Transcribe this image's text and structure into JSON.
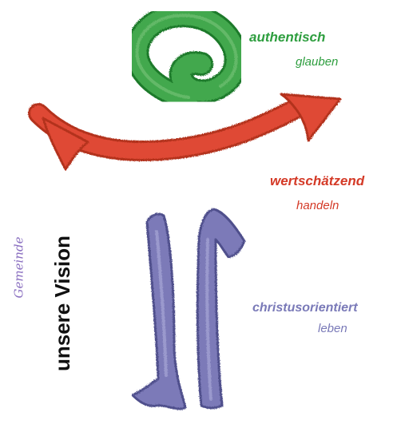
{
  "statements": {
    "green": {
      "title": "authentisch",
      "subtitle": "glauben",
      "color": "#2e9e3f"
    },
    "red": {
      "title": "wertschätzend",
      "subtitle": "handeln",
      "color": "#d43a27"
    },
    "purple": {
      "title": "christusorientiert",
      "subtitle": "leben",
      "color": "#7a7ab8"
    }
  },
  "vision_label": {
    "main": "unsere Vision",
    "script": "Gemeinde"
  },
  "shapes": [
    {
      "name": "green-spiral",
      "color": "#2f9a3b"
    },
    {
      "name": "red-curved-arrow",
      "color": "#d8402d"
    },
    {
      "name": "purple-down-arrow",
      "color": "#7c7bb9"
    },
    {
      "name": "purple-up-arrow",
      "color": "#7c7bb9"
    }
  ]
}
